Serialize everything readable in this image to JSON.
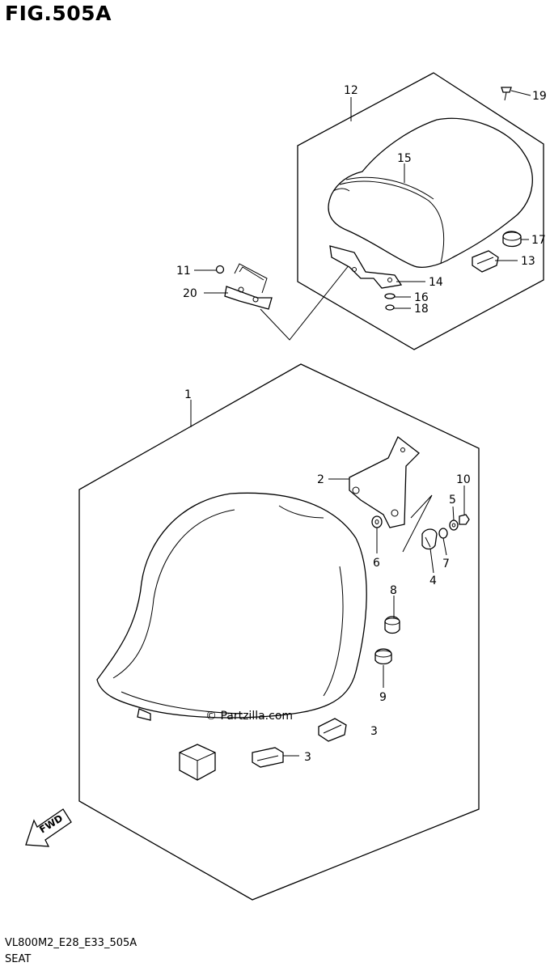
{
  "figure": {
    "title": "FIG.505A"
  },
  "footer": {
    "code": "VL800M2_E28_E33_505A",
    "name": "SEAT"
  },
  "watermark": "© Partzilla.com",
  "direction_label": "FWD",
  "callouts": {
    "c1": "1",
    "c2": "2",
    "c3a": "3",
    "c3b": "3",
    "c4": "4",
    "c5": "5",
    "c6": "6",
    "c7": "7",
    "c8": "8",
    "c9": "9",
    "c10": "10",
    "c11": "11",
    "c12": "12",
    "c13": "13",
    "c14": "14",
    "c15": "15",
    "c16": "16",
    "c17": "17",
    "c18": "18",
    "c19": "19",
    "c20": "20"
  }
}
